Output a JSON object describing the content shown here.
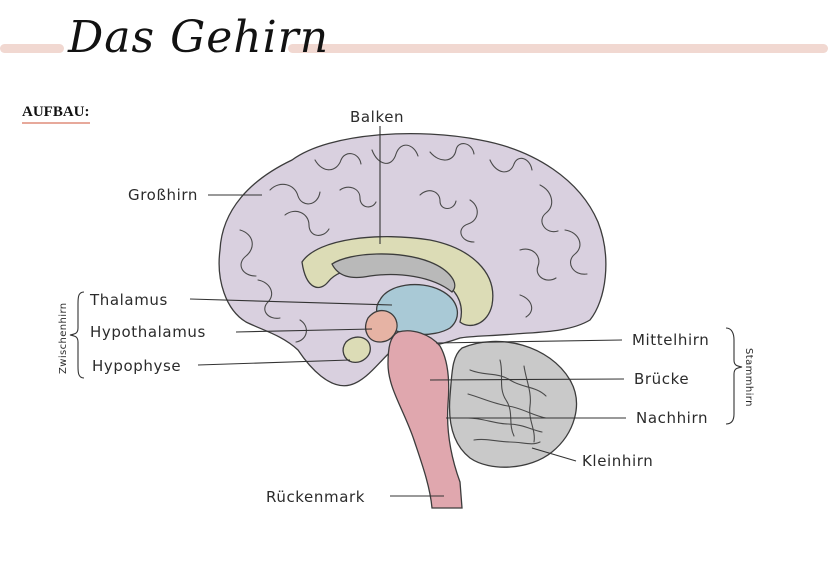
{
  "title": "Das Gehirn",
  "section_label": "AUFBAU:",
  "labels": {
    "balken": "Balken",
    "grosshirn": "Großhirn",
    "thalamus": "Thalamus",
    "hypothalamus": "Hypothalamus",
    "hypophyse": "Hypophyse",
    "mittelhirn": "Mittelhirn",
    "bruecke": "Brücke",
    "nachhirn": "Nachhirn",
    "kleinhirn": "Kleinhirn",
    "rueckenmark": "Rückenmark"
  },
  "groups": {
    "zwischenhirn": "Zwischenhirn",
    "stammhirn": "Stammhirn"
  },
  "colors": {
    "header_rule": "#f1d8d1",
    "cerebrum": "#d9d0df",
    "corpus_callosum": "#dcdcb6",
    "lateral_ventricle": "#b9b9b9",
    "thalamus": "#a9c9d6",
    "hypothalamus": "#e6b3a4",
    "brainstem": "#e0a7ae",
    "cerebellum": "#c9c9c9"
  }
}
